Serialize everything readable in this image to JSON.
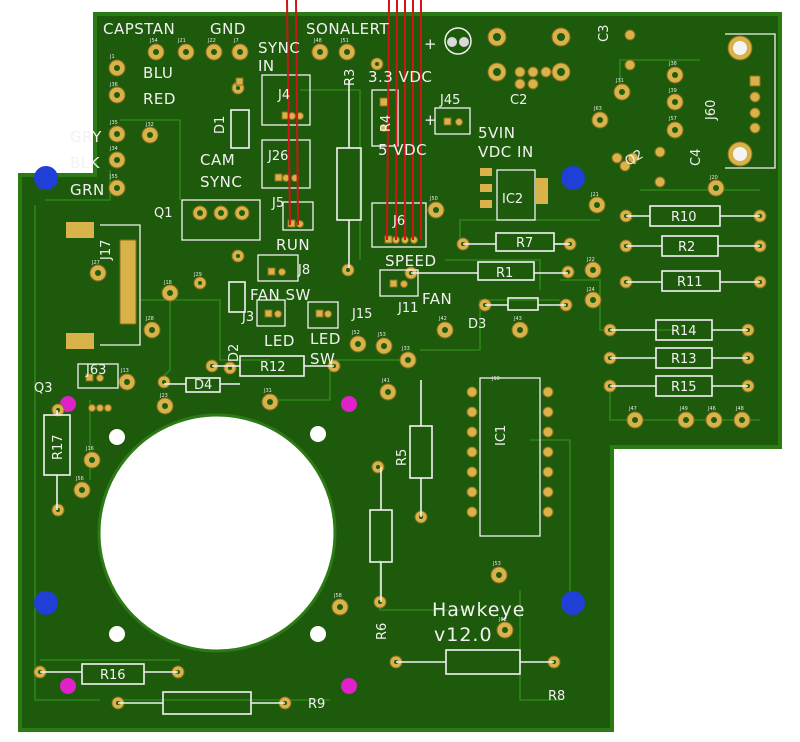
{
  "board": {
    "title": "Hawkeye",
    "version": "v12.0",
    "colors": {
      "pcb": "#1e5a0c",
      "pcb_edge": "#2b7a14",
      "silkscreen": "#f2f2f2",
      "pad": "#d9b24a",
      "wire": "#d01515",
      "fiducial_blue": "#1f3fd6",
      "fiducial_magenta": "#e020c8"
    }
  },
  "labels": {
    "capstan": "CAPSTAN",
    "gnd": "GND",
    "sonalert": "SONALERT",
    "sync_in_1": "SYNC",
    "sync_in_2": "IN",
    "blu": "BLU",
    "red": "RED",
    "gry": "GRY",
    "blk": "BLK",
    "grn": "GRN",
    "cam_sync_1": "CAM",
    "cam_sync_2": "SYNC",
    "run": "RUN",
    "speed": "SPEED",
    "fan": "FAN",
    "fan_sw": "FAN SW",
    "led": "LED",
    "led_sw_1": "LED",
    "led_sw_2": "SW",
    "v33": "3.3 VDC",
    "v5": "5 VDC",
    "v5vin": "5VIN",
    "vdc_in": "VDC IN",
    "plus1": "+",
    "plus2": "+"
  },
  "refs": {
    "r1": "R1",
    "r2": "R2",
    "r3": "R3",
    "r4": "R4",
    "r5": "R5",
    "r6": "R6",
    "r7": "R7",
    "r8": "R8",
    "r9": "R9",
    "r10": "R10",
    "r11": "R11",
    "r12": "R12",
    "r13": "R13",
    "r14": "R14",
    "r15": "R15",
    "r16": "R16",
    "r17": "R17",
    "c2": "C2",
    "c3": "C3",
    "c4": "C4",
    "d1": "D1",
    "d2": "D2",
    "d3": "D3",
    "d4": "D4",
    "q1": "Q1",
    "q2": "Q2",
    "q3": "Q3",
    "ic1": "IC1",
    "ic2": "IC2",
    "j3": "J3",
    "j4": "J4",
    "j5": "J5",
    "j6": "J6",
    "j8": "J8",
    "j11": "J11",
    "j15": "J15",
    "j17": "J17",
    "j26": "J26",
    "j45": "J45",
    "j60": "J60",
    "j63": "J63"
  }
}
